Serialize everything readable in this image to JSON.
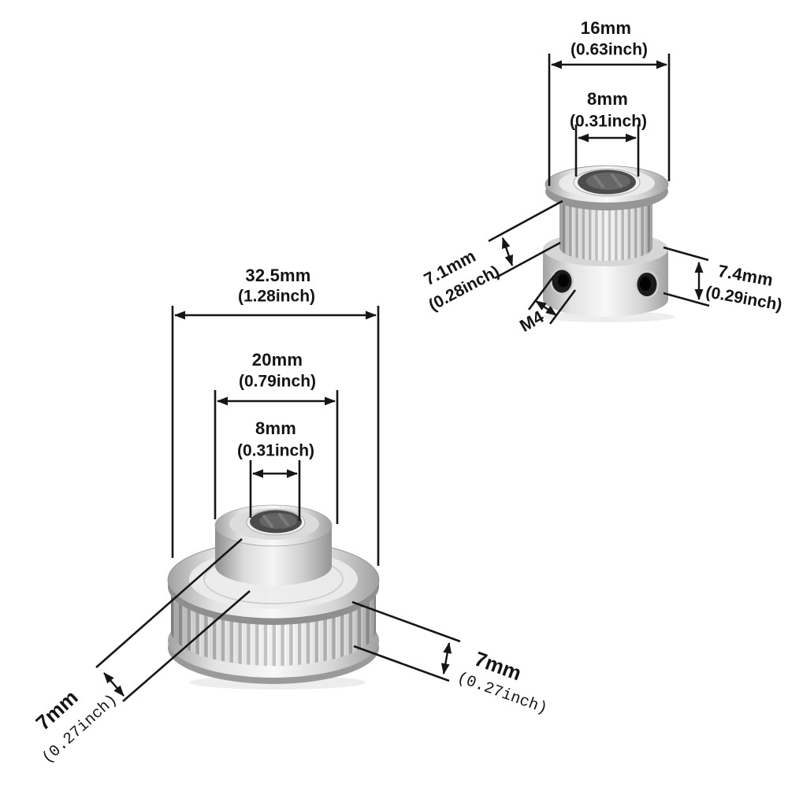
{
  "colors": {
    "background": "#ffffff",
    "line": "#161616",
    "text": "#141414",
    "metal_light": "#f6f6f6",
    "metal_mid": "#cfcfcf",
    "metal_dark": "#9a9a9a",
    "bore_dark": "#4a4a4a",
    "screw_dark": "#1c1c1c"
  },
  "small_pulley": {
    "flange_width_mm": "16mm",
    "flange_width_inch": "(0.63inch)",
    "bore_mm": "8mm",
    "bore_inch": "(0.31inch)",
    "teeth_height_mm": "7.1mm",
    "teeth_height_inch": "(0.28inch)",
    "hub_height_mm": "7.4mm",
    "hub_height_inch": "(0.29inch)",
    "set_screw": "M4"
  },
  "large_pulley": {
    "flange_width_mm": "32.5mm",
    "flange_width_inch": "(1.28inch)",
    "hub_width_mm": "20mm",
    "hub_width_inch": "(0.79inch)",
    "bore_mm": "8mm",
    "bore_inch": "(0.31inch)",
    "belt_left_mm": "7mm",
    "belt_left_inch": "(0.27inch)",
    "belt_right_mm": "7mm",
    "belt_right_inch": "(0.27inch)"
  }
}
